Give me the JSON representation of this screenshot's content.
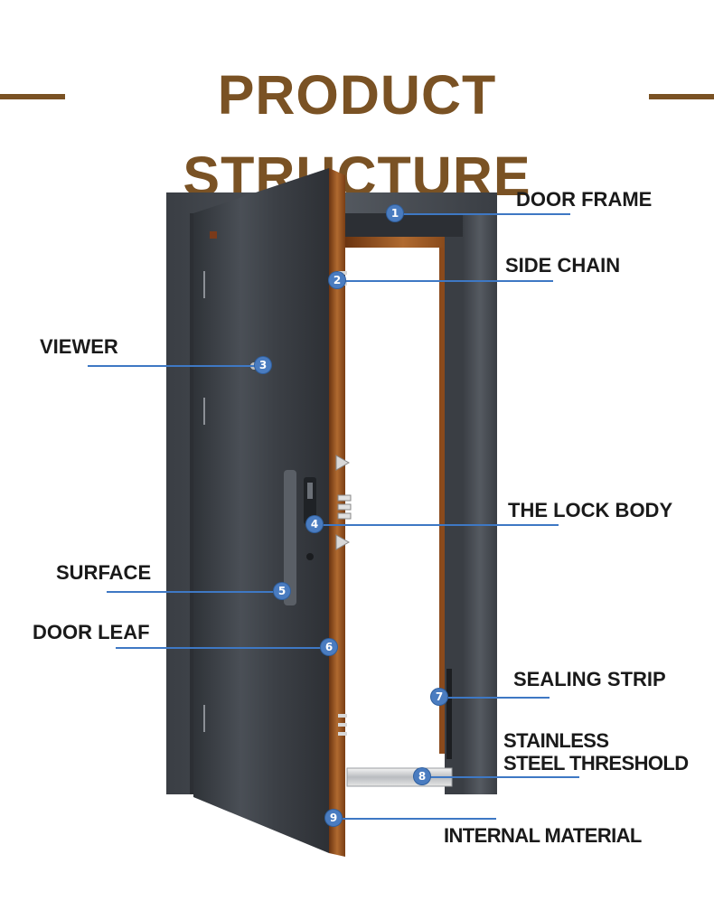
{
  "title": "PRODUCT STRUCTURE",
  "colors": {
    "title": "#7a5224",
    "leader_line": "#3e78c4",
    "marker": "#4a7cc0",
    "door_surface": "#3f4349",
    "door_frame": "#44484e",
    "wood_edge": "#8a4a1c"
  },
  "labels": {
    "door_frame": "DOOR FRAME",
    "side_chain": "SIDE CHAIN",
    "viewer": "VIEWER",
    "lock_body": "THE LOCK BODY",
    "surface": "SURFACE",
    "door_leaf": "DOOR LEAF",
    "sealing_strip": "SEALING STRIP",
    "threshold_line1": "STAINLESS",
    "threshold_line2": "STEEL THRESHOLD",
    "internal_material": "INTERNAL MATERIAL"
  },
  "markers": {
    "m1": "1",
    "m2": "2",
    "m3": "3",
    "m4": "4",
    "m5": "5",
    "m6": "6",
    "m7": "7",
    "m8": "8",
    "m9": "9"
  }
}
